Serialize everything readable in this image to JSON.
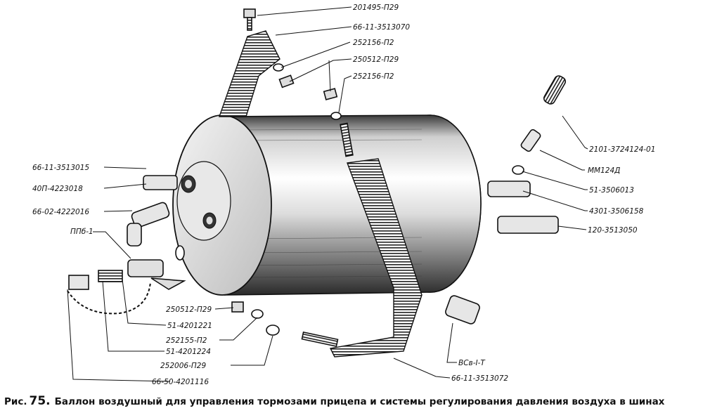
{
  "caption": {
    "prefix": "Рис.",
    "number": "75.",
    "text": "Баллон воздушный для управления тормозами прицепа и системы регулирования давления воздуха в шинах"
  },
  "labels": {
    "l01": "201495-П29",
    "l02": "66-11-3513070",
    "l03": "252156-П2",
    "l04": "250512-П29",
    "l05": "252156-П2",
    "l06": "2101-3724124-01",
    "l07": "ММ124Д",
    "l08": "51-3506013",
    "l09": "4301-3506158",
    "l10": "120-3513050",
    "l11": "66-11-3513015",
    "l12": "40П-4223018",
    "l13": "66-02-4222016",
    "l14": "ППб-1",
    "l15": "250512-П29",
    "l16": "51-4201221",
    "l17": "252155-П2",
    "l18": "51-4201224",
    "l19": "252006-П29",
    "l20": "66-50-4201116",
    "l21": "ВСв-I-Т",
    "l22": "66-11-3513072"
  }
}
